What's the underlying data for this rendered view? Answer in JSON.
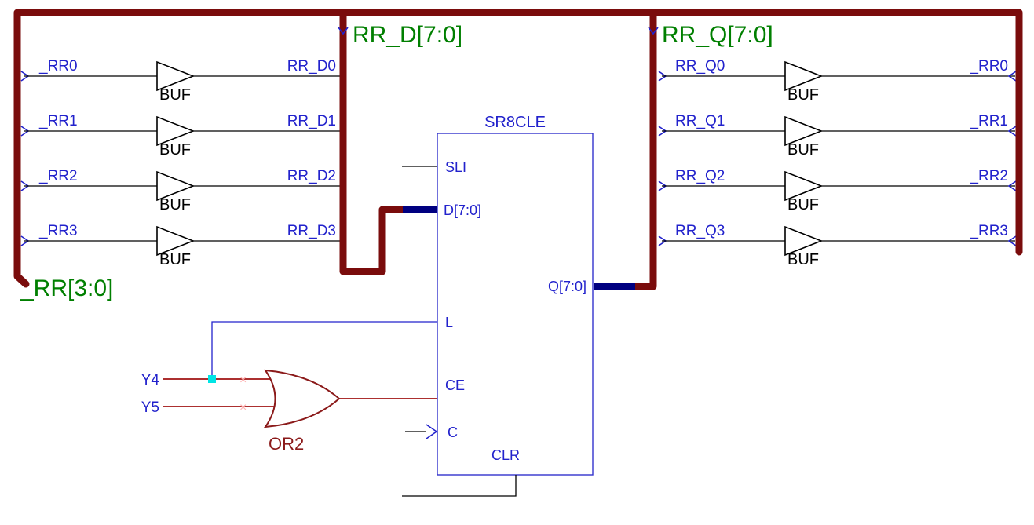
{
  "diagram": {
    "bus_labels": {
      "rr_d": "RR_D[7:0]",
      "rr_q": "RR_Q[7:0]",
      "rr": "_RR[3:0]"
    },
    "buf_label": "BUF",
    "left_rows": [
      {
        "input": "_RR0",
        "output": "RR_D0"
      },
      {
        "input": "_RR1",
        "output": "RR_D1"
      },
      {
        "input": "_RR2",
        "output": "RR_D2"
      },
      {
        "input": "_RR3",
        "output": "RR_D3"
      }
    ],
    "right_rows": [
      {
        "input": "RR_Q0",
        "output": "_RR0"
      },
      {
        "input": "RR_Q1",
        "output": "_RR1"
      },
      {
        "input": "RR_Q2",
        "output": "_RR2"
      },
      {
        "input": "RR_Q3",
        "output": "_RR3"
      }
    ],
    "sr8cle": {
      "name": "SR8CLE",
      "pins": {
        "sli": "SLI",
        "d": "D[7:0]",
        "l": "L",
        "ce": "CE",
        "c": "C",
        "clr": "CLR",
        "q": "Q[7:0]"
      }
    },
    "or2": {
      "name": "OR2",
      "input1": "Y4",
      "input2": "Y5"
    }
  },
  "colors": {
    "bus": "#7a0c0c",
    "bus_stub": "#000080",
    "wire": "#000000",
    "label_blue": "#2222cc",
    "label_green": "#007f00",
    "gate_red": "#8b1a1a",
    "junction": "#00e5e5"
  }
}
